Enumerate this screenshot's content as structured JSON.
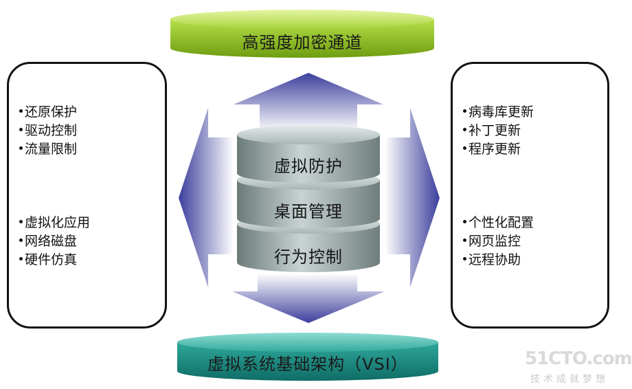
{
  "top_disc": {
    "label": "高强度加密通道"
  },
  "bottom_disc": {
    "label": "虚拟系统基础架构（VSI）"
  },
  "center_stack": {
    "layers": [
      "虚拟防护",
      "桌面管理",
      "行为控制"
    ]
  },
  "left_panel": {
    "group1": [
      "还原保护",
      "驱动控制",
      "流量限制"
    ],
    "group2": [
      "虚拟化应用",
      "网络磁盘",
      "硬件仿真"
    ]
  },
  "right_panel": {
    "group1": [
      "病毒库更新",
      "补丁更新",
      "程序更新"
    ],
    "group2": [
      "个性化配置",
      "网页监控",
      "远程协助"
    ]
  },
  "watermark": {
    "brand": "51CTO.com",
    "slogan": "技术成就梦想"
  },
  "colors": {
    "top_disc": "#8fc21f",
    "bottom_disc": "#1f8f86",
    "arrow": "#4b4fa8",
    "cylinder": "#8c9a9a"
  }
}
